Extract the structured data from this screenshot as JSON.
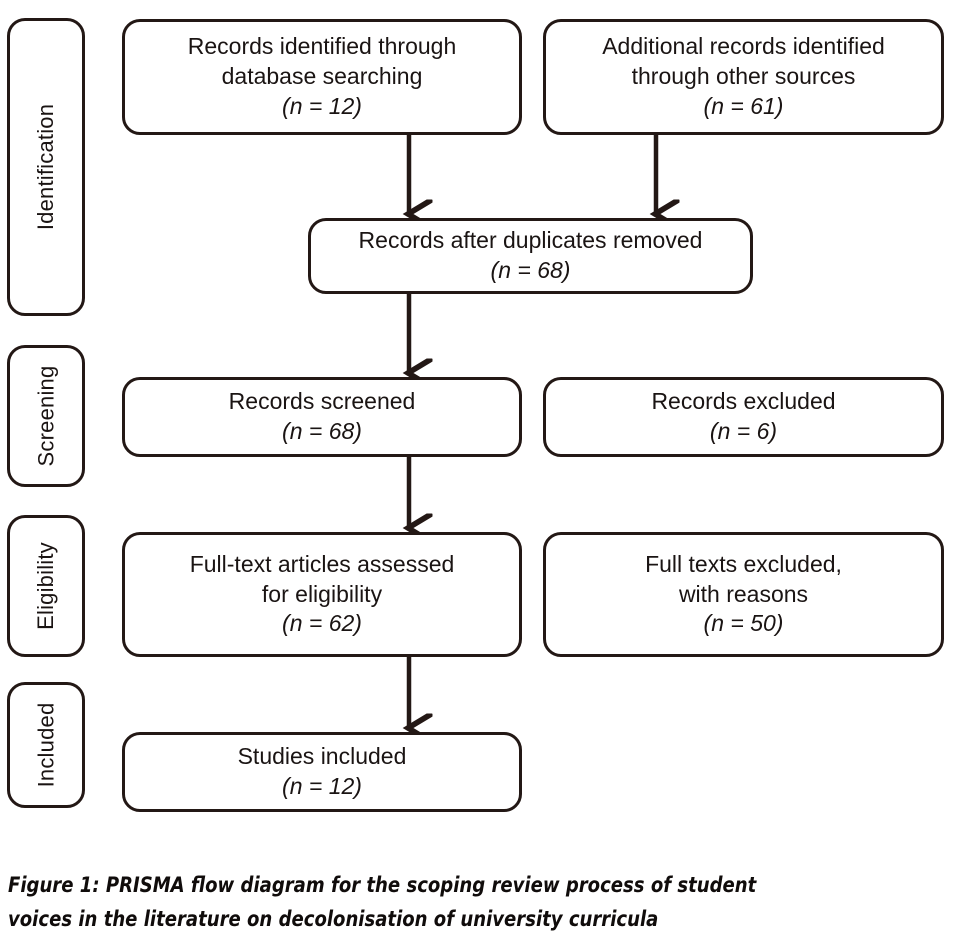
{
  "figure": {
    "caption": "Figure 1: PRISMA flow diagram for the scoping review process of student voices in the literature on decolonisation of university curricula"
  },
  "stages": [
    {
      "id": "identification",
      "label": "Identification"
    },
    {
      "id": "screening",
      "label": "Screening"
    },
    {
      "id": "eligibility",
      "label": "Eligibility"
    },
    {
      "id": "included",
      "label": "Included"
    }
  ],
  "nodes": {
    "records_identified_db": {
      "line1": "Records identified through",
      "line2": "database searching",
      "count": "(n = 12)",
      "n": 12
    },
    "additional_records": {
      "line1": "Additional records identified",
      "line2": "through other sources",
      "count": "(n = 61)",
      "n": 61
    },
    "records_after_duplicates": {
      "line1": "Records after duplicates removed",
      "count": "(n = 68)",
      "n": 68
    },
    "records_screened": {
      "line1": "Records screened",
      "count": "(n = 68)",
      "n": 68
    },
    "records_excluded": {
      "line1": "Records excluded",
      "count": "(n = 6)",
      "n": 6
    },
    "fulltext_assessed": {
      "line1": "Full-text articles assessed",
      "line2": "for eligibility",
      "count": "(n = 62)",
      "n": 62
    },
    "fulltext_excluded": {
      "line1": "Full texts excluded,",
      "line2": "with reasons",
      "count": "(n = 50)",
      "n": 50
    },
    "studies_included": {
      "line1": "Studies included",
      "count": "(n = 12)",
      "n": 12
    }
  },
  "chart_data": {
    "type": "diagram",
    "title": "PRISMA flow diagram",
    "flow": [
      {
        "from": "records_identified_db",
        "to": "records_after_duplicates",
        "kind": "arrow"
      },
      {
        "from": "additional_records",
        "to": "records_after_duplicates",
        "kind": "arrow"
      },
      {
        "from": "records_after_duplicates",
        "to": "records_screened",
        "kind": "arrow"
      },
      {
        "from": "records_screened",
        "to": "fulltext_assessed",
        "kind": "arrow"
      },
      {
        "from": "fulltext_assessed",
        "to": "studies_included",
        "kind": "arrow"
      }
    ],
    "values": {
      "records_identified_db": 12,
      "additional_records": 61,
      "records_after_duplicates": 68,
      "records_screened": 68,
      "records_excluded": 6,
      "fulltext_assessed": 62,
      "fulltext_excluded": 50,
      "studies_included": 12
    }
  },
  "colors": {
    "stroke": "#231815",
    "text": "#1a1413",
    "background": "#ffffff"
  }
}
